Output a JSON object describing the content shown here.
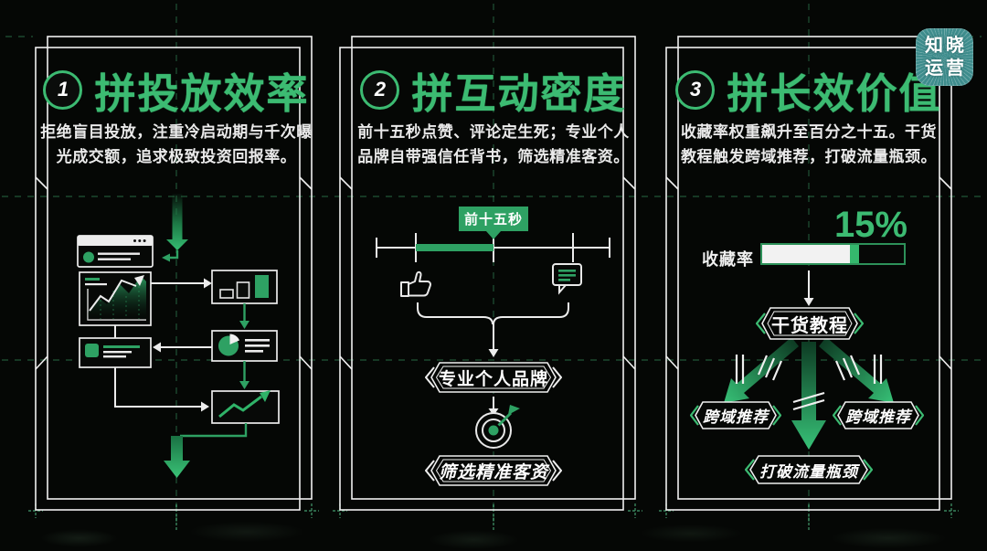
{
  "theme": {
    "accent_green": "#3cbb72",
    "mid_green": "#2ea163",
    "logo_teal": "#3e8d8d",
    "background": "#050705",
    "frame_white": "#f0f0f0"
  },
  "logo": {
    "line1": "知晓",
    "line2": "运营"
  },
  "panels": [
    {
      "number": "1",
      "title": "拼投放效率",
      "body": [
        "拒绝盲目投放，注重冷启动期与千次曝",
        "光成交额，追求极致投资回报率。"
      ],
      "icons": [
        "browser-window",
        "area-chart",
        "bar-chart",
        "pie-chart",
        "trend-arrow",
        "list-card",
        "flow-arrows"
      ]
    },
    {
      "number": "2",
      "title": "拼互动密度",
      "body": [
        "前十五秒点赞、评论定生死；专业个人",
        "品牌自带强信任背书，筛选精准客资。"
      ],
      "timeline_label": "前十五秒",
      "icons": [
        "thumbs-up",
        "comment-bubble",
        "brace-connector",
        "target-dart"
      ],
      "badges": [
        "专业个人品牌",
        "筛选精准客资"
      ]
    },
    {
      "number": "3",
      "title": "拼长效价值",
      "body": [
        "收藏率权重飙升至百分之十五。干货",
        "教程触发跨域推荐，打破流量瓶颈。"
      ],
      "metric": {
        "label": "收藏率",
        "value": "15%"
      },
      "icons": [
        "progress-bar",
        "spread-arrows"
      ],
      "badges": {
        "top": "干货教程",
        "left": "跨域推荐",
        "right": "跨域推荐",
        "bottom": "打破流量瓶颈"
      }
    }
  ]
}
